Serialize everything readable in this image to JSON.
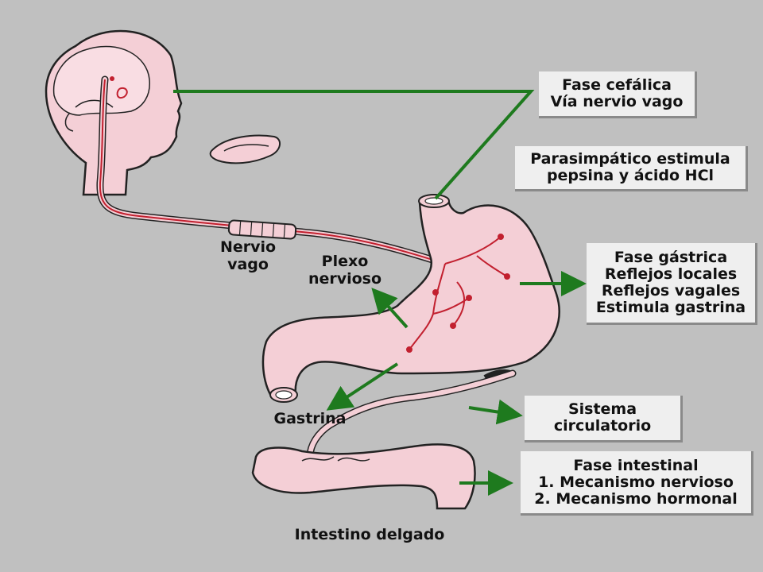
{
  "boxes": {
    "cefalica": [
      "Fase cefálica",
      "Vía nervio vago"
    ],
    "parasimpatico": [
      "Parasimpático estimula",
      "pepsina y ácido  HCl"
    ],
    "gastrica": [
      "Fase gástrica",
      "Reflejos locales",
      "Reflejos vagales",
      "Estimula gastrina"
    ],
    "circulatorio": [
      "Sistema",
      "circulatorio"
    ],
    "intestinal": [
      "Fase intestinal",
      "1. Mecanismo  nervioso",
      "2. Mecanismo hormonal"
    ]
  },
  "labels": {
    "nervio_vago": [
      "Nervio",
      "vago"
    ],
    "plexo": [
      "Plexo",
      "nervioso"
    ],
    "gastrina": "Gastrina",
    "intestino": "Intestino delgado"
  },
  "colors": {
    "background": "#c0c0c0",
    "tissue": "#f4cfd6",
    "nerve": "#c2202f",
    "arrow": "#1e7a1e",
    "outline": "#222222"
  }
}
